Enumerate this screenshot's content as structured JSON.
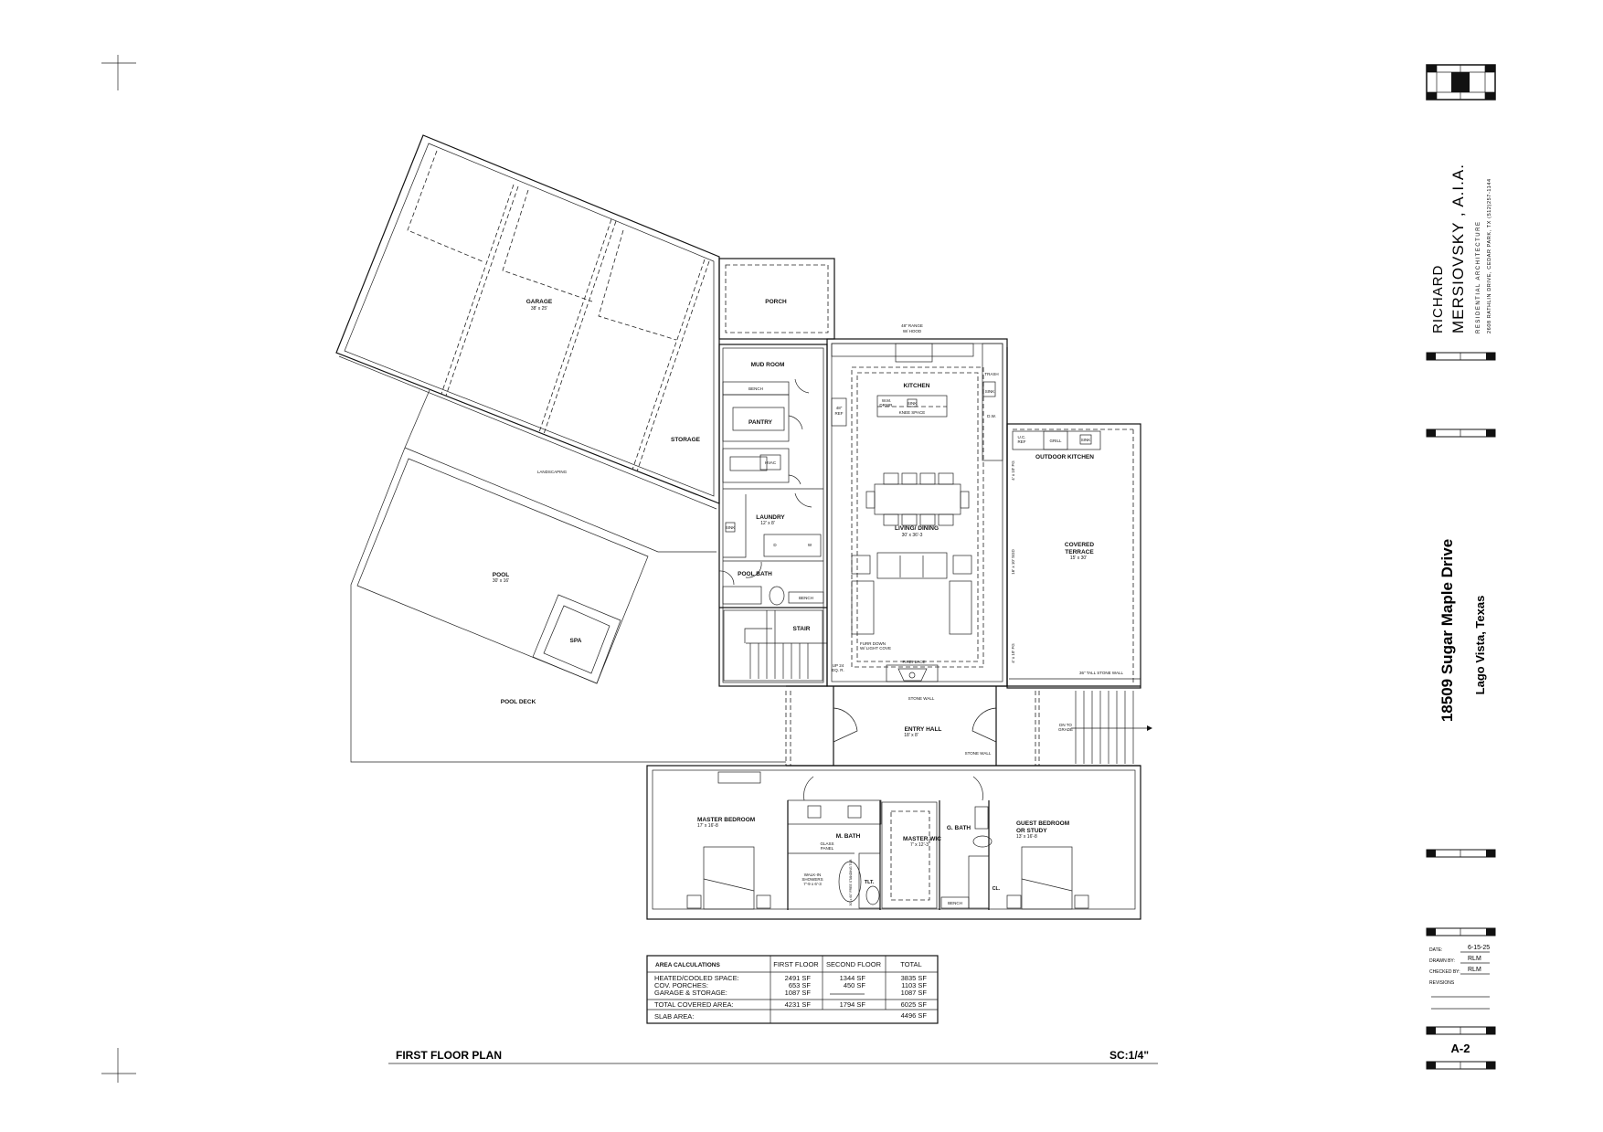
{
  "sheet": {
    "title": "FIRST FLOOR PLAN",
    "scale": "SC:1/4\"",
    "sheet_number": "A-2"
  },
  "firm": {
    "name_line1": "RICHARD",
    "name_line2": "MERSIOVSKY , A.I.A.",
    "tagline": "RESIDENTIAL ARCHITECTURE",
    "address": "2608 RATHLIN DRIVE, CEDAR PARK, TX  (512)257-1144"
  },
  "project": {
    "address": "18509 Sugar Maple Drive",
    "city": "Lago Vista, Texas"
  },
  "title_block": {
    "date_label": "DATE:",
    "date": "6-15-25",
    "drawn_by_label": "DRAWN BY:",
    "drawn_by": "RLM",
    "checked_by_label": "CHECKED BY:",
    "checked_by": "RLM",
    "revisions_label": "REVISIONS"
  },
  "rooms": [
    {
      "name": "GARAGE",
      "dims": "38' x 25'"
    },
    {
      "name": "STORAGE"
    },
    {
      "name": "PORCH"
    },
    {
      "name": "MUD ROOM"
    },
    {
      "name": "PANTRY"
    },
    {
      "name": "LAUNDRY",
      "dims": "12' x 8'"
    },
    {
      "name": "POOL BATH"
    },
    {
      "name": "STAIR"
    },
    {
      "name": "KITCHEN"
    },
    {
      "name": "LIVING/ DINING",
      "dims": "30' x 36'-3"
    },
    {
      "name": "OUTDOOR KITCHEN"
    },
    {
      "name": "COVERED",
      "name2": "TERRACE",
      "dims": "15' x 30'"
    },
    {
      "name": "ENTRY HALL",
      "dims": "18' x 8'"
    },
    {
      "name": "MASTER BEDROOM",
      "dims": "17' x 16'-8"
    },
    {
      "name": "M. BATH"
    },
    {
      "name": "MASTER WIC",
      "dims": "7' x 12'-3"
    },
    {
      "name": "G. BATH"
    },
    {
      "name": "GUEST BEDROOM",
      "name2": "OR STUDY",
      "dims": "13' x 16'-8"
    },
    {
      "name": "LANDSCAPING"
    },
    {
      "name": "POOL",
      "dims": "30' x 16'"
    },
    {
      "name": "SPA"
    },
    {
      "name": "POOL DECK"
    }
  ],
  "annotations": {
    "range": "48\" RANGE",
    "range2": "W/ HOOD",
    "trash": "TRASH",
    "kitchen_sink": "SINK",
    "dw": "D.W.",
    "wm_drawer": "W.M.",
    "wm_drawer2": "DRWR.",
    "island_sink": "SINK",
    "knee_space": "KNEE SPACE",
    "ref": "48\"",
    "ref2": "REF",
    "mud_bench": "BENCH",
    "hvac": "HVAC",
    "laundry_sink": "SINK",
    "dryer": "D",
    "washer": "W",
    "pool_bath_bench": "BENCH",
    "stair_up": "UP 24",
    "stair_up2": "EQ. R.",
    "uc_ref": "U.C.",
    "uc_ref2": "REF",
    "grill": "GRILL",
    "outdoor_sink": "SINK",
    "furr_down": "FURR DOWN",
    "furr_down2": "W/ LIGHT COVE",
    "fireplace": "FIREPLACE",
    "stone_wall_1": "STONE WALL",
    "tall_stone_wall": "36\" TALL STONE WALL",
    "stone_wall_2": "STONE WALL",
    "dn_to_grade": "DN TO",
    "dn_to_grade2": "GRADE",
    "fg_1": "4' x 10' FG",
    "sgd": "16' x 10' SGD",
    "fg_2": "4' x 10' FG",
    "glass_panel": "GLASS",
    "glass_panel2": "PANEL",
    "shower": "WALK-IN",
    "shower2": "SHOWERS",
    "shower3": "7'-9 x 6'-3",
    "tub": "30\" x 60\" FREE STANDING TUB",
    "toilet": "TLT.",
    "closet": "CL.",
    "gbath_bench": "BENCH"
  },
  "area_table": {
    "headers": [
      "AREA CALCULATIONS",
      "FIRST FLOOR",
      "SECOND FLOOR",
      "TOTAL"
    ],
    "rows": [
      [
        "HEATED/COOLED SPACE:",
        "2491 SF",
        "1344 SF",
        "3835 SF"
      ],
      [
        "COV. PORCHES:",
        "653 SF",
        "450 SF",
        "1103 SF"
      ],
      [
        "GARAGE & STORAGE:",
        "1087 SF",
        "",
        "1087 SF"
      ],
      [
        "TOTAL COVERED AREA:",
        "4231 SF",
        "1794 SF",
        "6025 SF"
      ],
      [
        "SLAB AREA:",
        "",
        "",
        "4496 SF"
      ]
    ]
  }
}
